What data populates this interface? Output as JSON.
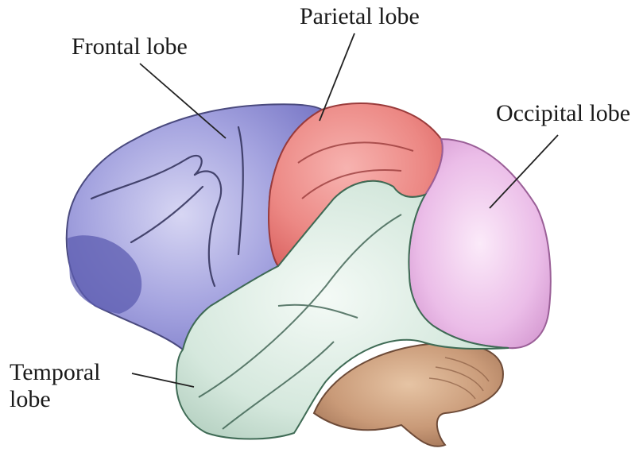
{
  "labels": {
    "frontal": "Frontal lobe",
    "parietal": "Parietal lobe",
    "occipital": "Occipital lobe",
    "temporal_line1": "Temporal",
    "temporal_line2": "lobe"
  },
  "colors": {
    "frontal": "#8f8fd6",
    "parietal": "#ec7f7f",
    "occipital": "#e6b0e3",
    "temporal": "#cfe3d8",
    "cerebellum": "#c99a78",
    "outline": "#3a3a5a",
    "leader_line": "#222222"
  }
}
